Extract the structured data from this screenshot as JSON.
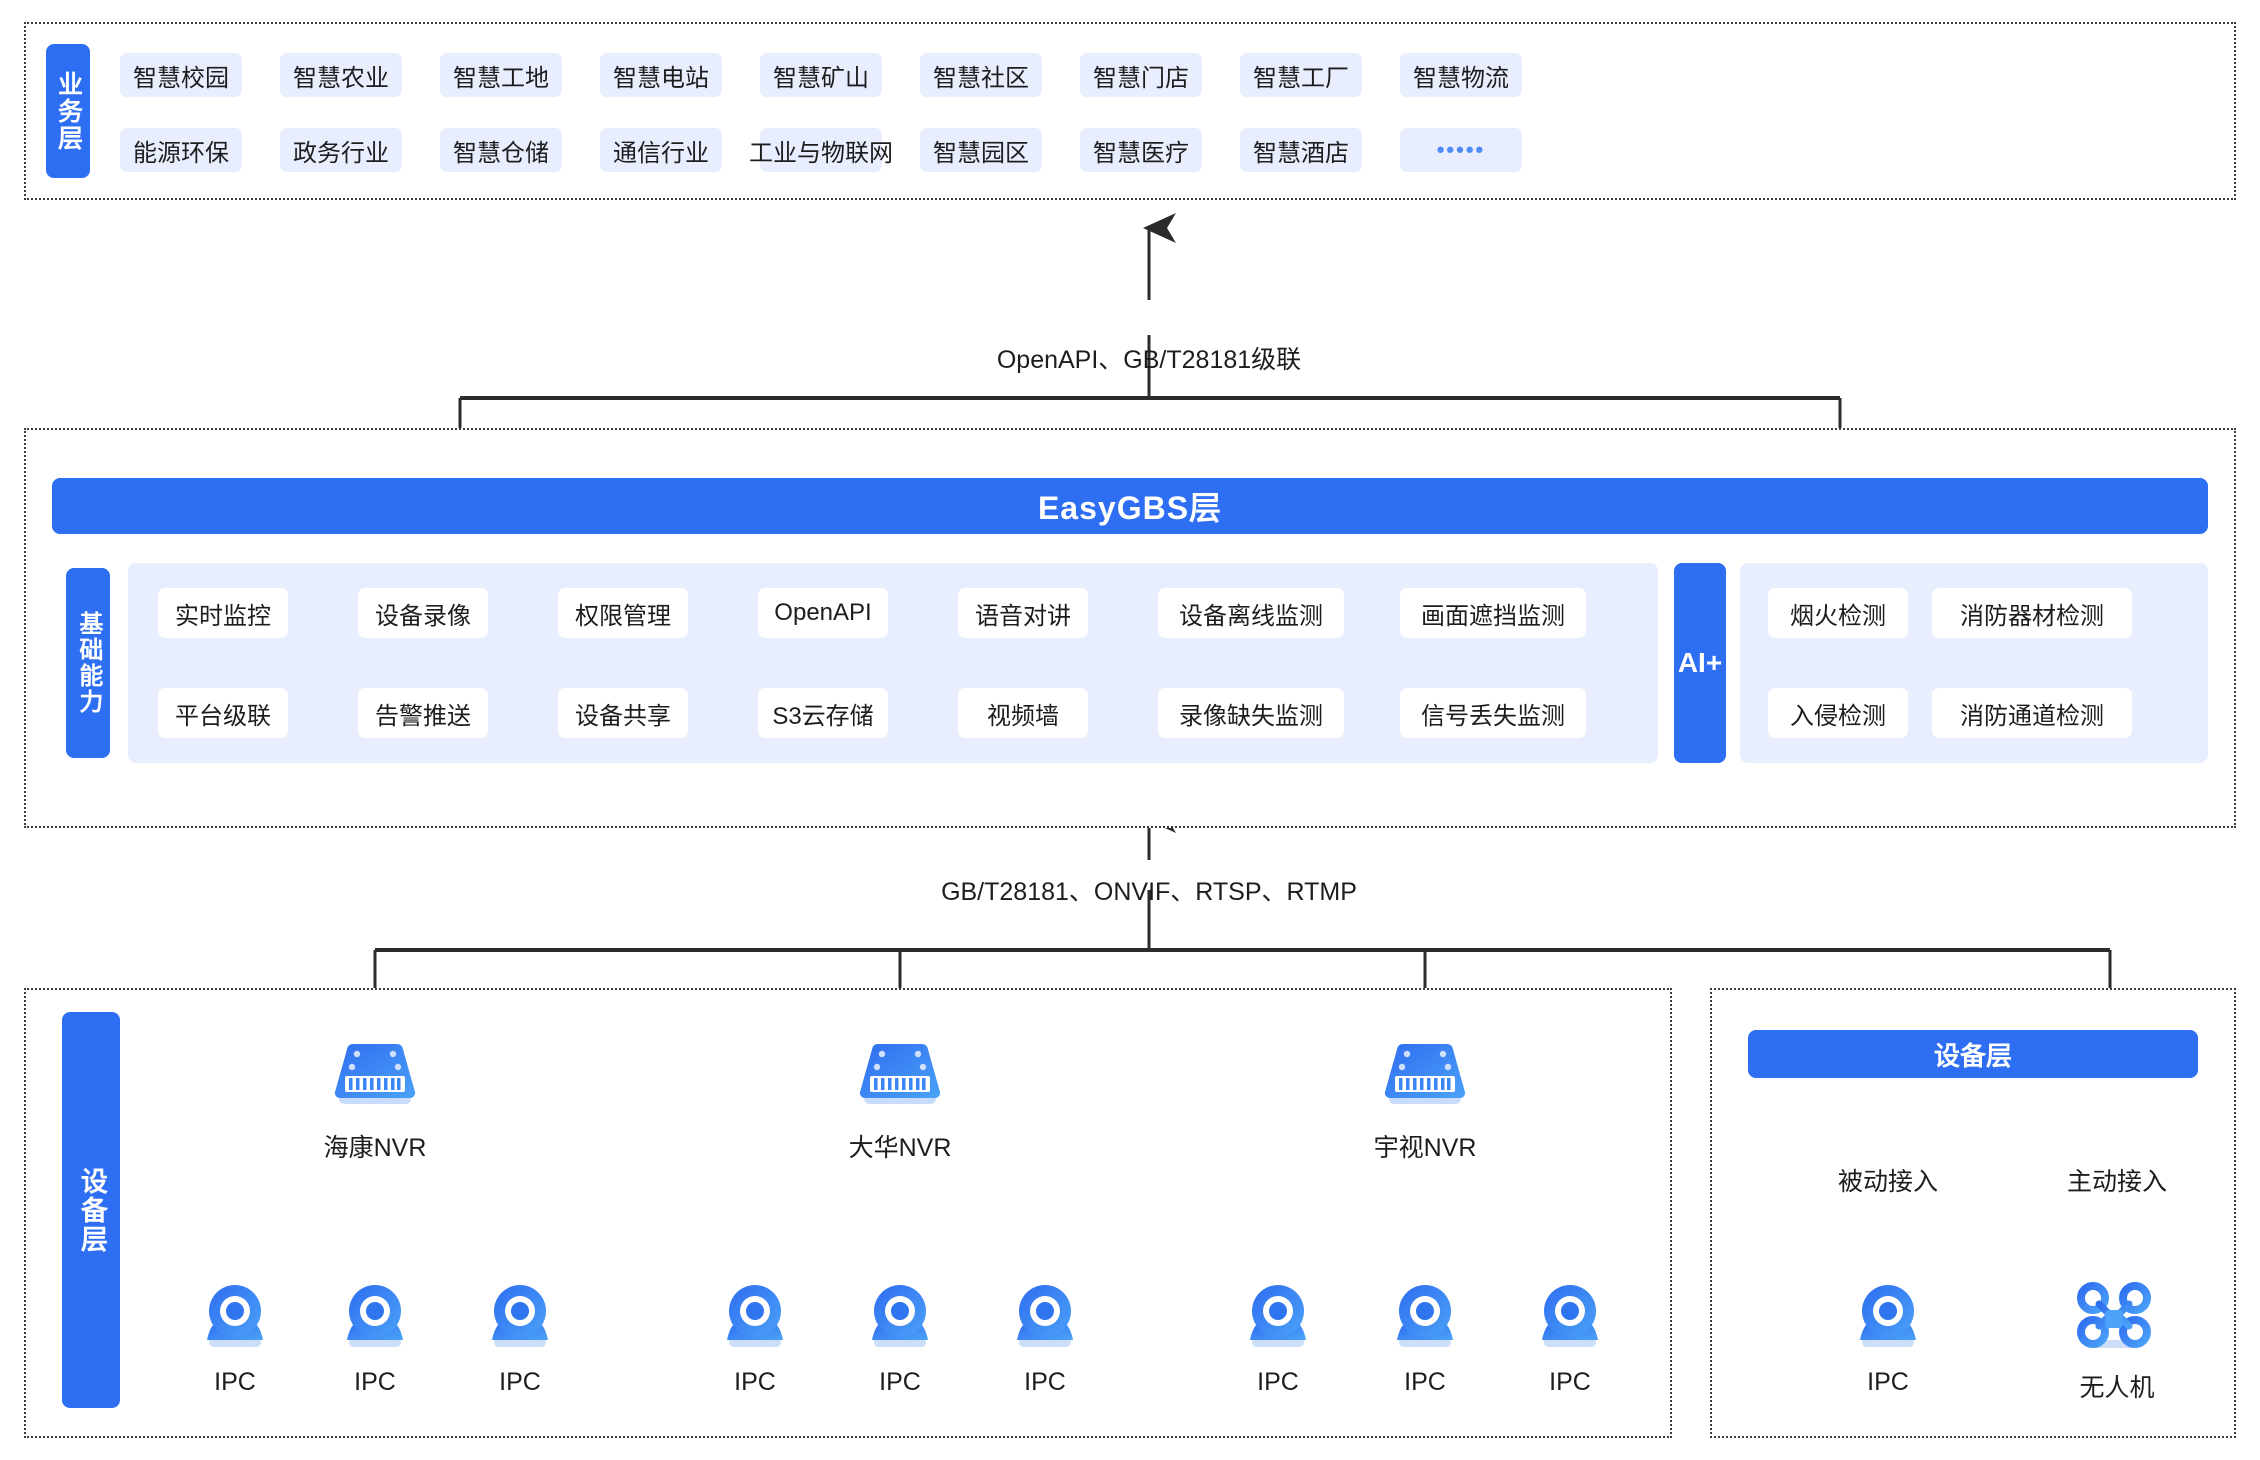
{
  "colors": {
    "brand_blue": "#2e6ef2",
    "pill_bg": "#e8eefd",
    "white": "#ffffff",
    "line": "#2b2b2b",
    "dots_blue": "#4f8bf5"
  },
  "business_layer": {
    "side_label": "业务层",
    "row1": [
      "智慧校园",
      "智慧农业",
      "智慧工地",
      "智慧电站",
      "智慧矿山",
      "智慧社区",
      "智慧门店",
      "智慧工厂",
      "智慧物流"
    ],
    "row2": [
      "能源环保",
      "政务行业",
      "智慧仓储",
      "通信行业",
      "工业与物联网",
      "智慧园区",
      "智慧医疗",
      "智慧酒店",
      "•••••"
    ]
  },
  "connector_top": {
    "label": "OpenAPI、GB/T28181级联"
  },
  "platform_layer": {
    "title": "EasyGBS层",
    "side_label": "基础能力",
    "capabilities_row1": [
      "实时监控",
      "设备录像",
      "权限管理",
      "OpenAPI",
      "语音对讲",
      "设备离线监测",
      "画面遮挡监测"
    ],
    "capabilities_row2": [
      "平台级联",
      "告警推送",
      "设备共享",
      "S3云存储",
      "视频墙",
      "录像缺失监测",
      "信号丢失监测"
    ],
    "ai_label": "AI+",
    "ai_row1": [
      "烟火检测",
      "消防器材检测"
    ],
    "ai_row2": [
      "入侵检测",
      "消防通道检测"
    ]
  },
  "connector_mid": {
    "label": "GB/T28181、ONVIF、RTSP、RTMP"
  },
  "device_layer_left": {
    "side_label": "设备层",
    "nvrs": [
      {
        "name": "海康NVR",
        "icon": "nvr-icon",
        "children": [
          "IPC",
          "IPC",
          "IPC"
        ]
      },
      {
        "name": "大华NVR",
        "icon": "nvr-icon",
        "children": [
          "IPC",
          "IPC",
          "IPC"
        ]
      },
      {
        "name": "宇视NVR",
        "icon": "nvr-icon",
        "children": [
          "IPC",
          "IPC",
          "IPC"
        ]
      }
    ]
  },
  "device_layer_right": {
    "title": "设备层",
    "branches": [
      {
        "mode": "被动接入",
        "device": "IPC",
        "icon": "ipc-camera-icon"
      },
      {
        "mode": "主动接入",
        "device": "无人机",
        "icon": "drone-icon"
      }
    ]
  }
}
